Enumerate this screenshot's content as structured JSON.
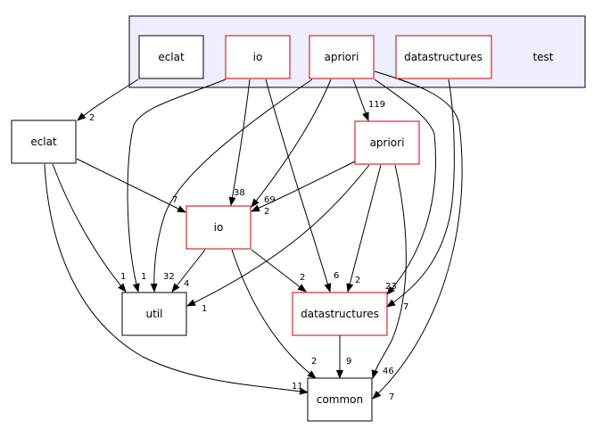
{
  "cluster": {
    "label": "test",
    "fill": "#eeeeff",
    "stroke": "#000000",
    "nodes": [
      {
        "id": "c_eclat",
        "label": "eclat",
        "border": "#000000"
      },
      {
        "id": "c_io",
        "label": "io",
        "border": "#cc0000"
      },
      {
        "id": "c_apriori",
        "label": "apriori",
        "border": "#cc0000"
      },
      {
        "id": "c_datastructures",
        "label": "datastructures",
        "border": "#cc0000"
      }
    ]
  },
  "nodes": [
    {
      "id": "eclat",
      "label": "eclat",
      "border": "#000000"
    },
    {
      "id": "apriori",
      "label": "apriori",
      "border": "#cc0000"
    },
    {
      "id": "io",
      "label": "io",
      "border": "#cc0000"
    },
    {
      "id": "util",
      "label": "util",
      "border": "#000000"
    },
    {
      "id": "datastructures",
      "label": "datastructures",
      "border": "#cc0000"
    },
    {
      "id": "common",
      "label": "common",
      "border": "#000000"
    }
  ],
  "edges": [
    {
      "from": "c_eclat",
      "to": "eclat",
      "label": "2"
    },
    {
      "from": "c_apriori",
      "to": "apriori",
      "label": "119"
    },
    {
      "from": "eclat",
      "to": "io",
      "label": "7"
    },
    {
      "from": "c_io",
      "to": "io",
      "label": "38"
    },
    {
      "from": "c_apriori",
      "to": "io",
      "label": "69"
    },
    {
      "from": "apriori",
      "to": "io",
      "label": "2"
    },
    {
      "from": "eclat",
      "to": "util",
      "label": "1"
    },
    {
      "from": "c_io",
      "to": "util",
      "label": "1"
    },
    {
      "from": "c_apriori",
      "to": "util",
      "label": "32"
    },
    {
      "from": "io",
      "to": "util",
      "label": "4"
    },
    {
      "from": "apriori",
      "to": "util",
      "label": "1"
    },
    {
      "from": "io",
      "to": "datastructures",
      "label": "2"
    },
    {
      "from": "c_io",
      "to": "datastructures",
      "label": "6"
    },
    {
      "from": "apriori",
      "to": "datastructures",
      "label": "2"
    },
    {
      "from": "c_apriori",
      "to": "datastructures",
      "label": "23"
    },
    {
      "from": "c_datastructures",
      "to": "datastructures",
      "label": "7"
    },
    {
      "from": "eclat",
      "to": "common",
      "label": "11"
    },
    {
      "from": "io",
      "to": "common",
      "label": "2"
    },
    {
      "from": "datastructures",
      "to": "common",
      "label": "9"
    },
    {
      "from": "apriori",
      "to": "common",
      "label": "46"
    },
    {
      "from": "c_apriori",
      "to": "common",
      "label": "7"
    }
  ]
}
